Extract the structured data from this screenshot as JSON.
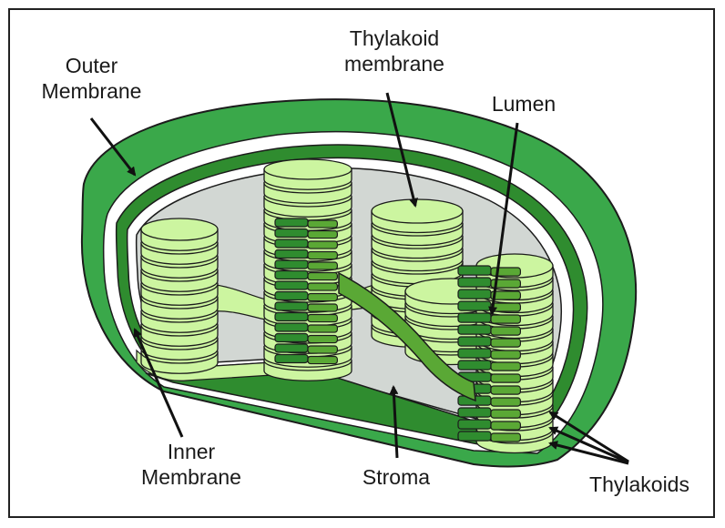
{
  "diagram": {
    "labels": {
      "outer_membrane": [
        "Outer",
        "Membrane"
      ],
      "thylakoid_membrane": [
        "Thylakoid",
        "membrane"
      ],
      "lumen": "Lumen",
      "inner_membrane": [
        "Inner",
        "Membrane"
      ],
      "stroma": "Stroma",
      "thylakoids": "Thylakoids"
    }
  },
  "colors": {
    "outer_green": "#3aa84a",
    "dark_green": "#2f8c2f",
    "mid_green": "#5aa835",
    "light_green": "#ccf5a0",
    "stroma_gray": "#d2d7d3",
    "outline": "#1c1c1c",
    "membrane_white": "#ffffff"
  }
}
